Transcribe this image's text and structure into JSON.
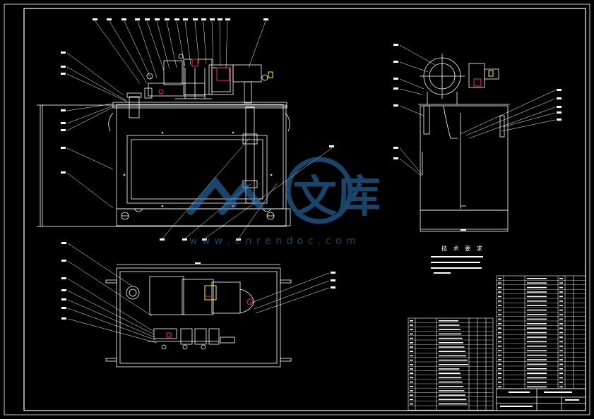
{
  "watermark": {
    "chinese": "文库",
    "url": "w w w . e n r e n d o c . c o m",
    "color": "#2f7fc1"
  },
  "tech_requirements": {
    "title": "技 术 要 求",
    "notes": []
  },
  "title_block": {
    "drawing_number": "",
    "scale": ""
  },
  "colors": {
    "background": "#000000",
    "lines": "#ffffff",
    "watermark": "#2f7fc1",
    "accent": "#ff3030"
  }
}
